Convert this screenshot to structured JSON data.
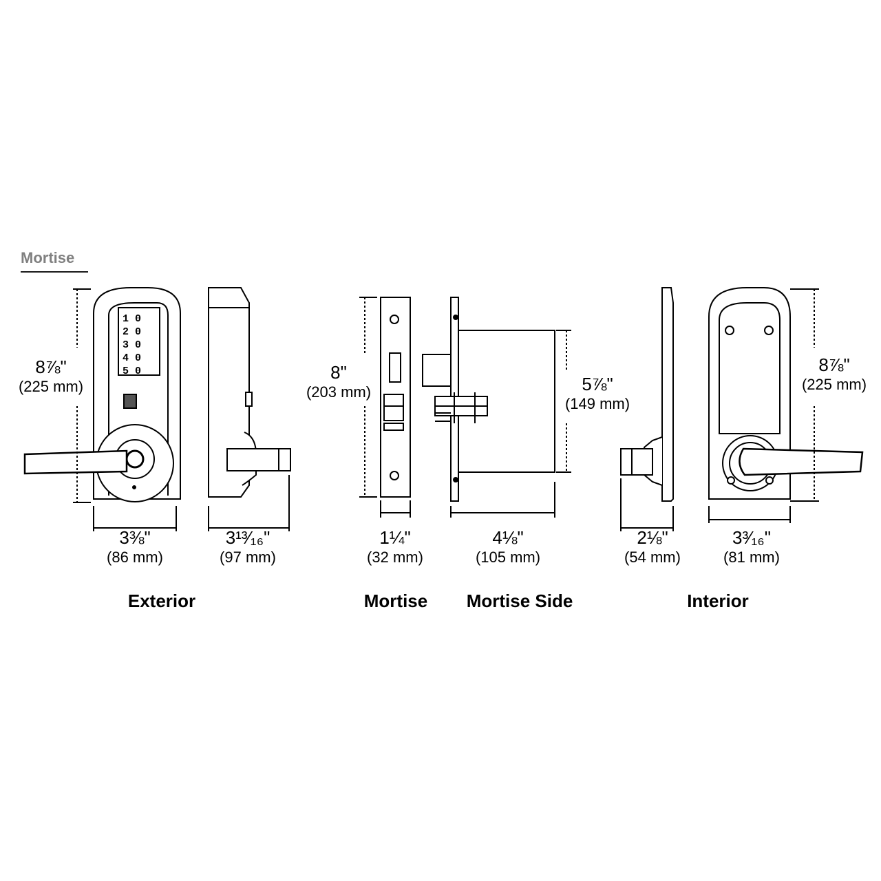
{
  "section": {
    "title": "Mortise"
  },
  "views": {
    "exterior": {
      "caption": "Exterior",
      "height_in": "8⅞\"",
      "height_mm": "(225 mm)",
      "width_in": "3⅜\"",
      "width_mm": "(86 mm)"
    },
    "side": {
      "depth_in": "3¹³⁄₁₆\"",
      "depth_mm": "(97 mm)"
    },
    "mortise": {
      "caption": "Mortise",
      "height_in": "8\"",
      "height_mm": "(203 mm)",
      "width_in": "1¼\"",
      "width_mm": "(32 mm)"
    },
    "mortise_side": {
      "caption": "Mortise Side",
      "height_in": "5⅞\"",
      "height_mm": "(149 mm)",
      "width_in": "4⅛\"",
      "width_mm": "(105 mm)"
    },
    "interior_side": {
      "depth_in": "2⅛\"",
      "depth_mm": "(54 mm)"
    },
    "interior": {
      "caption": "Interior",
      "height_in": "8⅞\"",
      "height_mm": "(225 mm)",
      "width_in": "3³⁄₁₆\"",
      "width_mm": "(81 mm)"
    }
  },
  "keypad": {
    "keys": [
      "1 0",
      "2 0",
      "3 0",
      "4 0",
      "5 0"
    ]
  }
}
